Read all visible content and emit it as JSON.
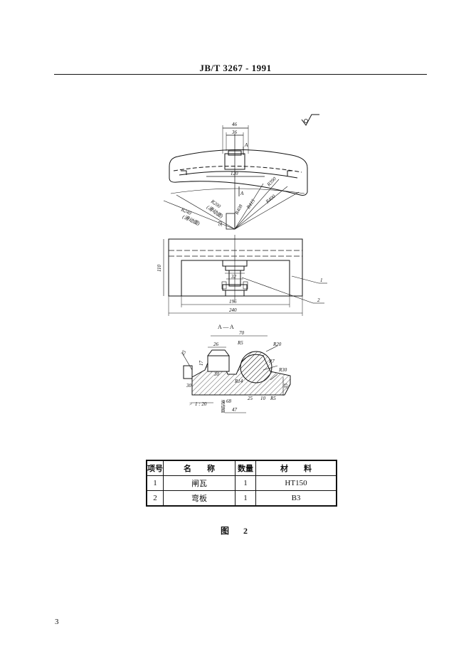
{
  "header": {
    "standard": "JB/T 3267 - 1991"
  },
  "drawing": {
    "top_view": {
      "dims": [
        "46",
        "36",
        "120",
        "50"
      ],
      "section_mark": "A",
      "radius_labels": [
        "R200",
        "(滑动面)",
        "R240",
        "(滑动面)",
        "R408",
        "R415",
        "R390",
        "R400"
      ]
    },
    "front_view": {
      "dims": [
        "110",
        "32",
        "196",
        "240"
      ],
      "item_refs": [
        "1",
        "2"
      ]
    },
    "section_view": {
      "title": "A — A",
      "dims": [
        "70",
        "26",
        "R5",
        "R20",
        "25",
        "17",
        "R7",
        "R30",
        "30",
        "R14",
        "30",
        "35",
        "68",
        "25",
        "10",
        "R5",
        "47"
      ],
      "note_prefix": "1 : 20",
      "sliding_label": "滑动面",
      "angle_mark": ">"
    },
    "roughness_symbol": "surface-finish-icon"
  },
  "parts_table": {
    "headers": [
      "项号",
      "名　　称",
      "数量",
      "材　　料"
    ],
    "rows": [
      [
        "1",
        "闸瓦",
        "1",
        "HT150"
      ],
      [
        "2",
        "弯板",
        "1",
        "B3"
      ]
    ]
  },
  "caption": "图　2",
  "page_number": "3"
}
